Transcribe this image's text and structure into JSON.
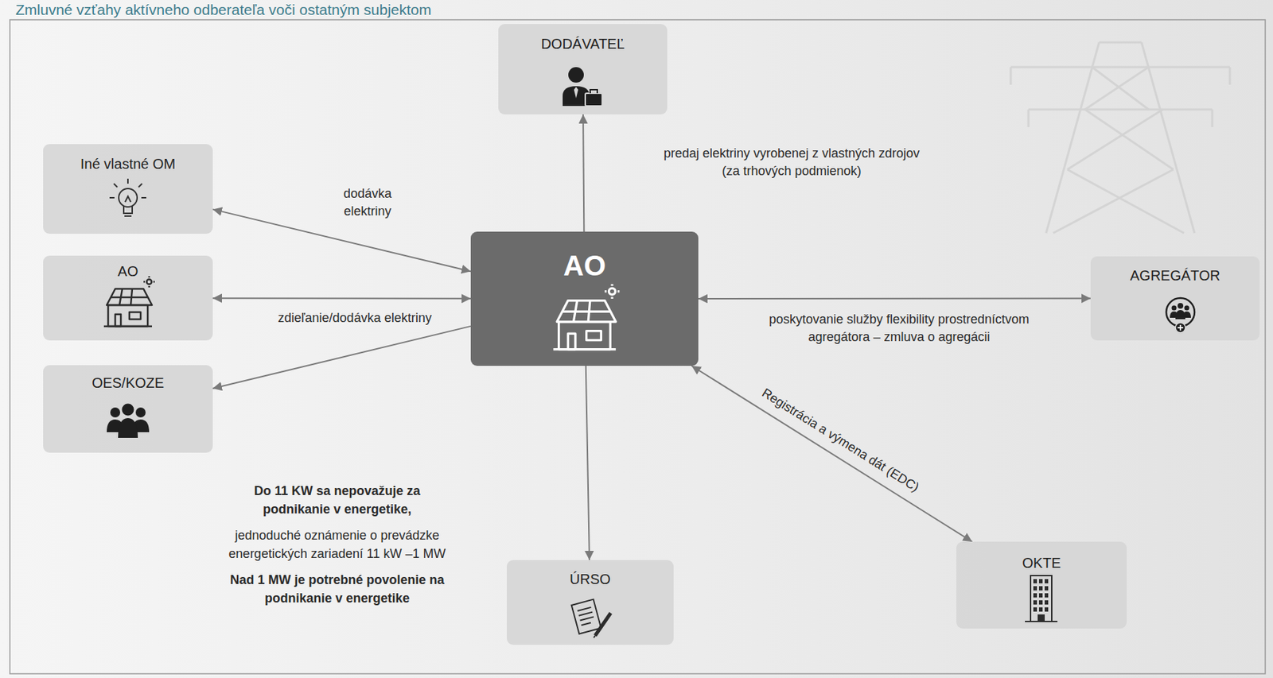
{
  "diagram": {
    "title": "Zmluvné vzťahy aktívneho odberateľa voči ostatným subjektom",
    "nodes": [
      {
        "text": [
          "DODÁVATEĽ"
        ]
      },
      {
        "text": [
          "Iné vlastné OM"
        ]
      },
      {
        "text": [
          "AO"
        ]
      },
      {
        "text": [
          "OES/KOZE"
        ]
      },
      {
        "text": [
          "AO"
        ]
      },
      {
        "text": [
          "AGREGÁTOR"
        ]
      },
      {
        "text": [
          "ÚRSO"
        ]
      },
      {
        "text": [
          "OKTE"
        ]
      }
    ],
    "edges": [
      {
        "from": 4,
        "to": 0,
        "arrow": "to",
        "label": "predaj elektriny vyrobenej z vlastných zdrojov (za trhových podmienok)"
      },
      {
        "from": 4,
        "to": 1,
        "arrow": "both",
        "label": "dodávka elektriny"
      },
      {
        "from": 4,
        "to": 2,
        "arrow": "both",
        "label": "zdieľanie/dodávka elektriny"
      },
      {
        "from": 4,
        "to": 3,
        "arrow": "to"
      },
      {
        "from": 4,
        "to": 5,
        "arrow": "both",
        "label": "poskytovanie služby flexibility prostredníctvom agregátora – zmluva o agregácii"
      },
      {
        "from": 4,
        "to": 6,
        "arrow": "to"
      },
      {
        "from": 4,
        "to": 7,
        "arrow": "both",
        "label": "Registrácia a výmena dát (EDC)"
      }
    ],
    "labels": [
      "Do 11 KW sa nepovažuje za podnikanie v energetike,",
      "jednoduché oznámenie o prevádzke energetických zariadení 11 kW –1 MW",
      "Nad 1 MW je potrebné povolenie na podnikanie v energetike"
    ]
  }
}
